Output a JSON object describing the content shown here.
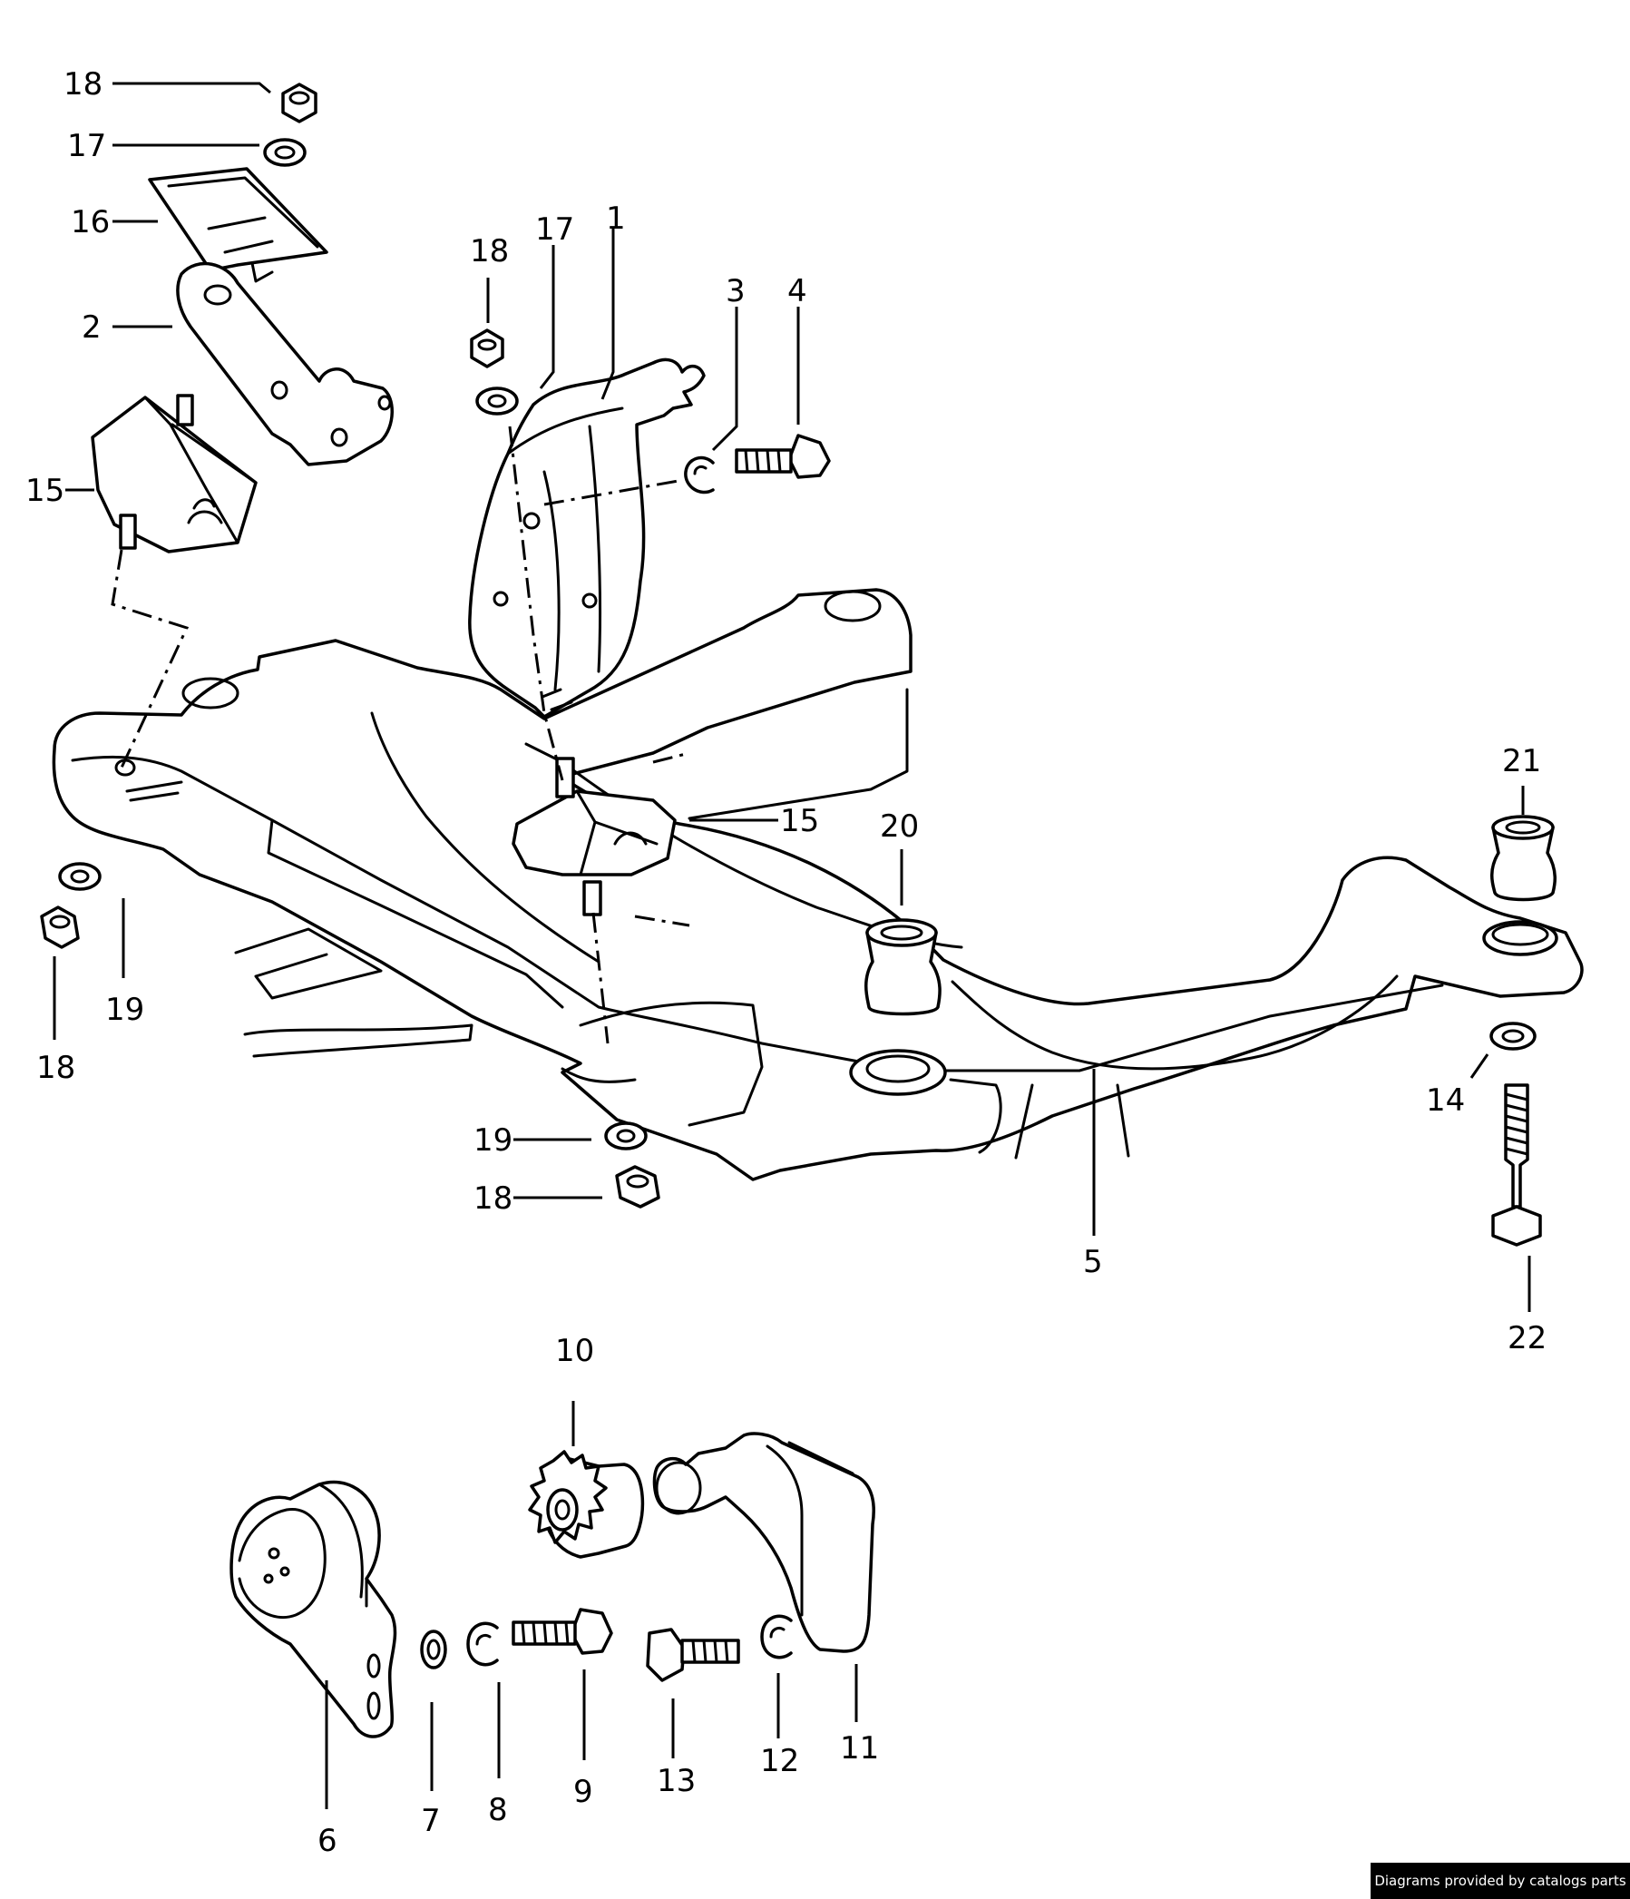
{
  "diagram": {
    "labels": [
      {
        "id": "label-18-top",
        "text": "18"
      },
      {
        "id": "label-17-top",
        "text": "17"
      },
      {
        "id": "label-16",
        "text": "16"
      },
      {
        "id": "label-2",
        "text": "2"
      },
      {
        "id": "label-15-left",
        "text": "15"
      },
      {
        "id": "label-18-mid",
        "text": "18"
      },
      {
        "id": "label-17-mid",
        "text": "17"
      },
      {
        "id": "label-1",
        "text": "1"
      },
      {
        "id": "label-3",
        "text": "3"
      },
      {
        "id": "label-4",
        "text": "4"
      },
      {
        "id": "label-15-center",
        "text": "15"
      },
      {
        "id": "label-21",
        "text": "21"
      },
      {
        "id": "label-20",
        "text": "20"
      },
      {
        "id": "label-19-left",
        "text": "19"
      },
      {
        "id": "label-18-left",
        "text": "18"
      },
      {
        "id": "label-19-bottom",
        "text": "19"
      },
      {
        "id": "label-18-bottom",
        "text": "18"
      },
      {
        "id": "label-14",
        "text": "14"
      },
      {
        "id": "label-5",
        "text": "5"
      },
      {
        "id": "label-22",
        "text": "22"
      },
      {
        "id": "label-10",
        "text": "10"
      },
      {
        "id": "label-6",
        "text": "6"
      },
      {
        "id": "label-7",
        "text": "7"
      },
      {
        "id": "label-8",
        "text": "8"
      },
      {
        "id": "label-9",
        "text": "9"
      },
      {
        "id": "label-13",
        "text": "13"
      },
      {
        "id": "label-12",
        "text": "12"
      },
      {
        "id": "label-11",
        "text": "11"
      }
    ]
  },
  "footer": {
    "credit": "Diagrams provided by catalogs parts"
  }
}
